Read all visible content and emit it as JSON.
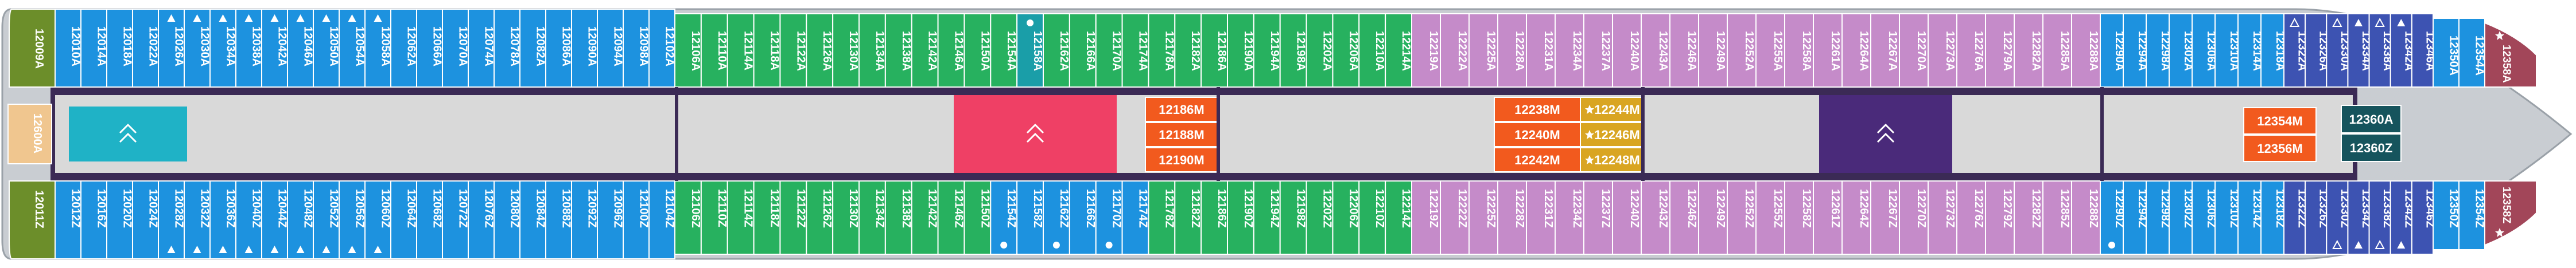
{
  "colors": {
    "blue": "#1d92df",
    "royal": "#3d53b2",
    "teal": "#1a9ea8",
    "green": "#27b15f",
    "purple": "#c58bc9",
    "olive": "#6c8e2a",
    "maroon": "#a24659",
    "dark_teal": "#16545d",
    "corridor": "#d9d9d9",
    "frame": "#3b2a55",
    "hull": "#c9cdd2",
    "orange": "#f25a1e",
    "gold": "#d9a522",
    "pink": "#ef4065",
    "violet": "#4a2a7a",
    "cyan": "#1fb2c6",
    "tan": "#f0c68f"
  },
  "legend_icons": {
    "triangle": "accessible-triangle-icon",
    "circle": "connecting-cabin-icon",
    "triangle_outline": "accessible-outline-icon",
    "star": "feature-star-icon"
  },
  "forward_suites": {
    "top": "12009A",
    "bottom": "12011Z"
  },
  "aft_suite": "12600A",
  "cabins": {
    "top_left": [
      {
        "label": "12010A",
        "mark": ""
      },
      {
        "label": "12014A",
        "mark": ""
      },
      {
        "label": "12018A",
        "mark": ""
      },
      {
        "label": "12022A",
        "mark": ""
      },
      {
        "label": "12026A",
        "mark": "triangle"
      },
      {
        "label": "12030A",
        "mark": "triangle"
      },
      {
        "label": "12034A",
        "mark": "triangle"
      },
      {
        "label": "12038A",
        "mark": "triangle"
      },
      {
        "label": "12042A",
        "mark": "triangle"
      },
      {
        "label": "12046A",
        "mark": "triangle"
      },
      {
        "label": "12050A",
        "mark": "triangle"
      },
      {
        "label": "12054A",
        "mark": "triangle"
      },
      {
        "label": "12058A",
        "mark": "triangle"
      },
      {
        "label": "12062A",
        "mark": ""
      },
      {
        "label": "12066A",
        "mark": ""
      },
      {
        "label": "12070A",
        "mark": ""
      },
      {
        "label": "12074A",
        "mark": ""
      },
      {
        "label": "12078A",
        "mark": ""
      },
      {
        "label": "12082A",
        "mark": ""
      },
      {
        "label": "12086A",
        "mark": ""
      },
      {
        "label": "12090A",
        "mark": ""
      },
      {
        "label": "12094A",
        "mark": ""
      },
      {
        "label": "12098A",
        "mark": ""
      },
      {
        "label": "12102A",
        "mark": ""
      }
    ],
    "bottom_left": [
      {
        "label": "12012Z",
        "mark": ""
      },
      {
        "label": "12016Z",
        "mark": ""
      },
      {
        "label": "12020Z",
        "mark": ""
      },
      {
        "label": "12024Z",
        "mark": ""
      },
      {
        "label": "12028Z",
        "mark": "triangle"
      },
      {
        "label": "12032Z",
        "mark": "triangle"
      },
      {
        "label": "12036Z",
        "mark": "triangle"
      },
      {
        "label": "12040Z",
        "mark": "triangle"
      },
      {
        "label": "12044Z",
        "mark": "triangle"
      },
      {
        "label": "12048Z",
        "mark": "triangle"
      },
      {
        "label": "12052Z",
        "mark": "triangle"
      },
      {
        "label": "12056Z",
        "mark": "triangle"
      },
      {
        "label": "12060Z",
        "mark": "triangle"
      },
      {
        "label": "12064Z",
        "mark": ""
      },
      {
        "label": "12068Z",
        "mark": ""
      },
      {
        "label": "12072Z",
        "mark": ""
      },
      {
        "label": "12076Z",
        "mark": ""
      },
      {
        "label": "12080Z",
        "mark": ""
      },
      {
        "label": "12084Z",
        "mark": ""
      },
      {
        "label": "12088Z",
        "mark": ""
      },
      {
        "label": "12092Z",
        "mark": ""
      },
      {
        "label": "12096Z",
        "mark": ""
      },
      {
        "label": "12100Z",
        "mark": ""
      },
      {
        "label": "12104Z",
        "mark": ""
      }
    ],
    "top_mid": [
      {
        "label": "12106A",
        "color": "green",
        "mark": ""
      },
      {
        "label": "12110A",
        "color": "green",
        "mark": ""
      },
      {
        "label": "12114A",
        "color": "green",
        "mark": ""
      },
      {
        "label": "12118A",
        "color": "green",
        "mark": ""
      },
      {
        "label": "12122A",
        "color": "green",
        "mark": ""
      },
      {
        "label": "12126A",
        "color": "green",
        "mark": ""
      },
      {
        "label": "12130A",
        "color": "green",
        "mark": ""
      },
      {
        "label": "12134A",
        "color": "green",
        "mark": ""
      },
      {
        "label": "12138A",
        "color": "green",
        "mark": ""
      },
      {
        "label": "12142A",
        "color": "green",
        "mark": ""
      },
      {
        "label": "12146A",
        "color": "green",
        "mark": ""
      },
      {
        "label": "12150A",
        "color": "green",
        "mark": ""
      },
      {
        "label": "12154A",
        "color": "green",
        "mark": ""
      },
      {
        "label": "12158A",
        "color": "teal",
        "mark": "circle"
      },
      {
        "label": "12162A",
        "color": "green",
        "mark": ""
      },
      {
        "label": "12166A",
        "color": "green",
        "mark": ""
      },
      {
        "label": "12170A",
        "color": "green",
        "mark": ""
      },
      {
        "label": "12174A",
        "color": "green",
        "mark": ""
      },
      {
        "label": "12178A",
        "color": "green",
        "mark": ""
      },
      {
        "label": "12182A",
        "color": "green",
        "mark": ""
      },
      {
        "label": "12186A",
        "color": "green",
        "mark": ""
      },
      {
        "label": "12190A",
        "color": "green",
        "mark": ""
      },
      {
        "label": "12194A",
        "color": "green",
        "mark": ""
      },
      {
        "label": "12198A",
        "color": "green",
        "mark": ""
      },
      {
        "label": "12202A",
        "color": "green",
        "mark": ""
      },
      {
        "label": "12206A",
        "color": "green",
        "mark": ""
      },
      {
        "label": "12210A",
        "color": "green",
        "mark": ""
      },
      {
        "label": "12214A",
        "color": "green",
        "mark": ""
      }
    ],
    "bottom_mid": [
      {
        "label": "12106Z",
        "color": "green",
        "mark": ""
      },
      {
        "label": "12110Z",
        "color": "green",
        "mark": ""
      },
      {
        "label": "12114Z",
        "color": "green",
        "mark": ""
      },
      {
        "label": "12118Z",
        "color": "green",
        "mark": ""
      },
      {
        "label": "12122Z",
        "color": "green",
        "mark": ""
      },
      {
        "label": "12126Z",
        "color": "green",
        "mark": ""
      },
      {
        "label": "12130Z",
        "color": "green",
        "mark": ""
      },
      {
        "label": "12134Z",
        "color": "green",
        "mark": ""
      },
      {
        "label": "12138Z",
        "color": "green",
        "mark": ""
      },
      {
        "label": "12142Z",
        "color": "green",
        "mark": ""
      },
      {
        "label": "12146Z",
        "color": "green",
        "mark": ""
      },
      {
        "label": "12150Z",
        "color": "green",
        "mark": ""
      },
      {
        "label": "12154Z",
        "color": "blue",
        "mark": "circle"
      },
      {
        "label": "12158Z",
        "color": "blue",
        "mark": ""
      },
      {
        "label": "12162Z",
        "color": "blue",
        "mark": "circle"
      },
      {
        "label": "12166Z",
        "color": "blue",
        "mark": ""
      },
      {
        "label": "12170Z",
        "color": "blue",
        "mark": "circle"
      },
      {
        "label": "12174Z",
        "color": "blue",
        "mark": ""
      },
      {
        "label": "12178Z",
        "color": "green",
        "mark": ""
      },
      {
        "label": "12182Z",
        "color": "green",
        "mark": ""
      },
      {
        "label": "12186Z",
        "color": "green",
        "mark": ""
      },
      {
        "label": "12190Z",
        "color": "green",
        "mark": ""
      },
      {
        "label": "12194Z",
        "color": "green",
        "mark": ""
      },
      {
        "label": "12198Z",
        "color": "green",
        "mark": ""
      },
      {
        "label": "12202Z",
        "color": "green",
        "mark": ""
      },
      {
        "label": "12206Z",
        "color": "green",
        "mark": ""
      },
      {
        "label": "12210Z",
        "color": "green",
        "mark": ""
      },
      {
        "label": "12214Z",
        "color": "green",
        "mark": ""
      }
    ],
    "top_purple": [
      "12219A",
      "12222A",
      "12225A",
      "12228A",
      "12231A",
      "12234A",
      "12237A",
      "12240A",
      "12243A",
      "12246A",
      "12249A",
      "12252A",
      "12255A",
      "12258A",
      "12261A",
      "12264A",
      "12267A",
      "12270A",
      "12273A",
      "12276A",
      "12279A",
      "12282A",
      "12285A",
      "12288A"
    ],
    "bottom_purple": [
      "12219Z",
      "12222Z",
      "12225Z",
      "12228Z",
      "12231Z",
      "12234Z",
      "12237Z",
      "12240Z",
      "12243Z",
      "12246Z",
      "12249Z",
      "12252Z",
      "12255Z",
      "12258Z",
      "12261Z",
      "12264Z",
      "12267Z",
      "12270Z",
      "12273Z",
      "12276Z",
      "12279Z",
      "12282Z",
      "12285Z",
      "12288Z"
    ],
    "top_aft_blue": [
      {
        "label": "12290A",
        "mark": ""
      },
      {
        "label": "12294A",
        "mark": ""
      },
      {
        "label": "12298A",
        "mark": ""
      },
      {
        "label": "12302A",
        "mark": ""
      },
      {
        "label": "12306A",
        "mark": ""
      },
      {
        "label": "12310A",
        "mark": ""
      },
      {
        "label": "12314A",
        "mark": ""
      },
      {
        "label": "12318A",
        "mark": ""
      }
    ],
    "bottom_aft_blue": [
      {
        "label": "12290Z",
        "mark": "circle"
      },
      {
        "label": "12294Z",
        "mark": ""
      },
      {
        "label": "12298Z",
        "mark": ""
      },
      {
        "label": "12302Z",
        "mark": ""
      },
      {
        "label": "12306Z",
        "mark": ""
      },
      {
        "label": "12310Z",
        "mark": ""
      },
      {
        "label": "12314Z",
        "mark": ""
      },
      {
        "label": "12318Z",
        "mark": ""
      }
    ],
    "top_royal": [
      {
        "label": "12322A",
        "mark": "triangle_outline"
      },
      {
        "label": "12326A",
        "mark": ""
      },
      {
        "label": "12330A",
        "mark": "triangle_outline"
      },
      {
        "label": "12334A",
        "mark": "triangle"
      },
      {
        "label": "12338A",
        "mark": "triangle_outline"
      },
      {
        "label": "12342A",
        "mark": "triangle"
      },
      {
        "label": "12346A",
        "mark": ""
      }
    ],
    "bottom_royal": [
      {
        "label": "12322Z",
        "mark": ""
      },
      {
        "label": "12326Z",
        "mark": ""
      },
      {
        "label": "12330Z",
        "mark": "triangle_outline"
      },
      {
        "label": "12334Z",
        "mark": "triangle"
      },
      {
        "label": "12338Z",
        "mark": "triangle_outline"
      },
      {
        "label": "12342Z",
        "mark": "triangle"
      },
      {
        "label": "12346Z",
        "mark": ""
      }
    ],
    "top_aft_end": [
      "12350A",
      "12354A"
    ],
    "bottom_aft_end": [
      "12350Z",
      "12354Z"
    ],
    "top_maroon": {
      "label": "12358A",
      "mark": "star"
    },
    "bottom_maroon": {
      "label": "12358Z",
      "mark": "star"
    }
  },
  "center_cabins": {
    "orange_1": [
      "12186M",
      "12188M",
      "12190M"
    ],
    "orange_2": [
      "12238M",
      "12240M",
      "12242M"
    ],
    "gold": [
      "12244M",
      "12246M",
      "12248M"
    ],
    "orange_3": [
      "12354M",
      "12356M"
    ],
    "teal": [
      "12360A",
      "12360Z"
    ]
  }
}
